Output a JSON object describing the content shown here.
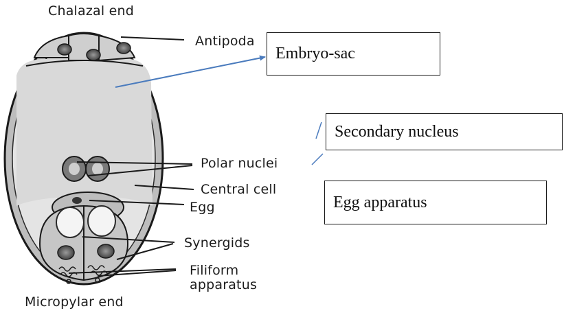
{
  "labels": {
    "chalazal_end": "Chalazal end",
    "antipodals": "Antipoda",
    "polar_nuclei": "Polar nuclei",
    "central_cell": "Central cell",
    "egg": "Egg",
    "synergids": "Synergids",
    "filiform_line1": "Filiform",
    "filiform_line2": "apparatus",
    "micropylar_end": "Micropylar end"
  },
  "boxes": {
    "embryo_sac": "Embryo-sac",
    "secondary_nucleus": "Secondary nucleus",
    "egg_apparatus": "Egg apparatus"
  },
  "colors": {
    "arrow": "#4a7bbd",
    "outline": "#1a1a1a",
    "cell_fill": "#d3d3d3",
    "nucleus_fill": "#6a6a6a"
  }
}
